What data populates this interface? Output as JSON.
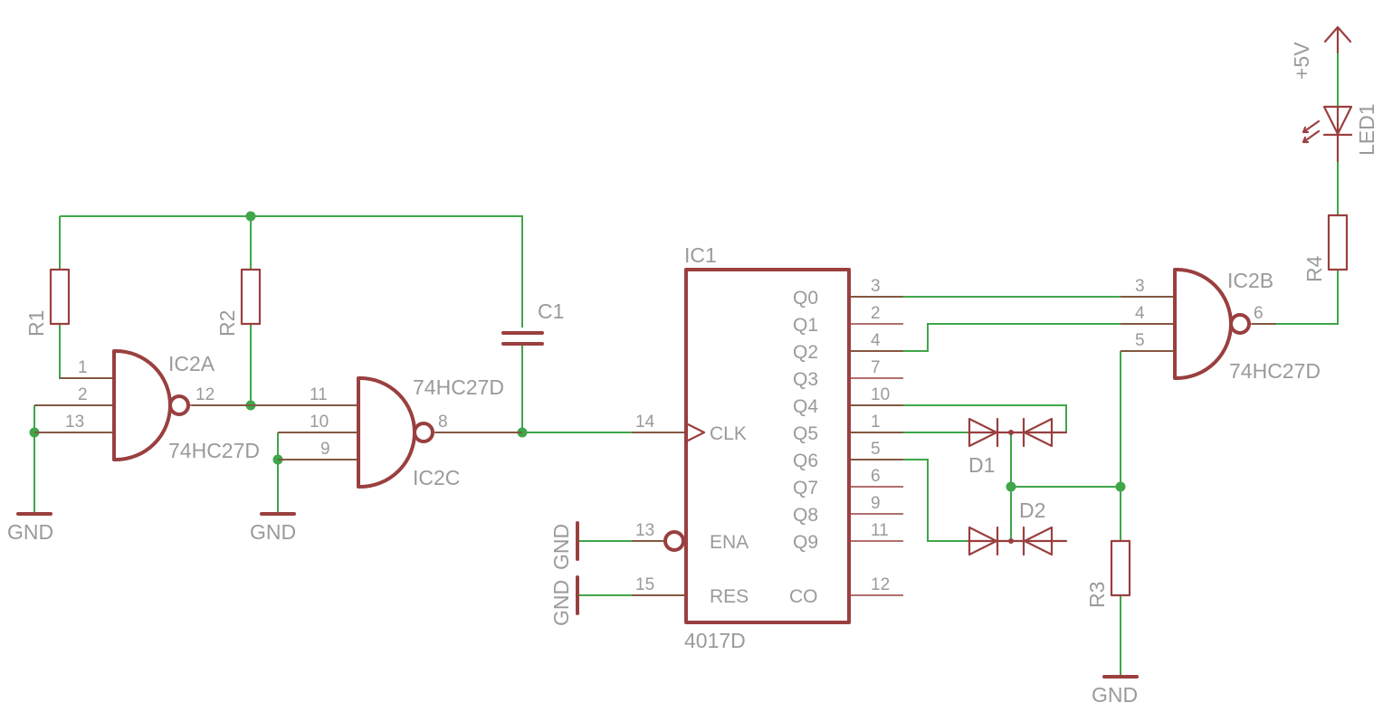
{
  "components": {
    "r1": "R1",
    "r2": "R2",
    "r3": "R3",
    "r4": "R4",
    "c1": "C1",
    "d1": "D1",
    "d2": "D2",
    "led1": "LED1",
    "ic1": "IC1",
    "ic1_value": "4017D",
    "ic2a": "IC2A",
    "ic2a_value": "74HC27D",
    "ic2b": "IC2B",
    "ic2b_value": "74HC27D",
    "ic2c": "IC2C",
    "ic2c_value": "74HC27D"
  },
  "supplies": {
    "gnd": "GND",
    "vcc": "+5V"
  },
  "ic1_pins": {
    "q0": "Q0",
    "q1": "Q1",
    "q2": "Q2",
    "q3": "Q3",
    "q4": "Q4",
    "q5": "Q5",
    "q6": "Q6",
    "q7": "Q7",
    "q8": "Q8",
    "q9": "Q9",
    "clk": "CLK",
    "ena": "ENA",
    "res": "RES",
    "co": "CO",
    "n_q0": "3",
    "n_q1": "2",
    "n_q2": "4",
    "n_q3": "7",
    "n_q4": "10",
    "n_q5": "1",
    "n_q6": "5",
    "n_q7": "6",
    "n_q8": "9",
    "n_q9": "11",
    "n_clk": "14",
    "n_ena": "13",
    "n_res": "15",
    "n_co": "12"
  },
  "gate_pins": {
    "ic2a_in1": "1",
    "ic2a_in2": "2",
    "ic2a_in3": "13",
    "ic2a_out": "12",
    "ic2c_in1": "11",
    "ic2c_in2": "10",
    "ic2c_in3": "9",
    "ic2c_out": "8",
    "ic2b_in1": "3",
    "ic2b_in2": "4",
    "ic2b_in3": "5",
    "ic2b_out": "6"
  }
}
